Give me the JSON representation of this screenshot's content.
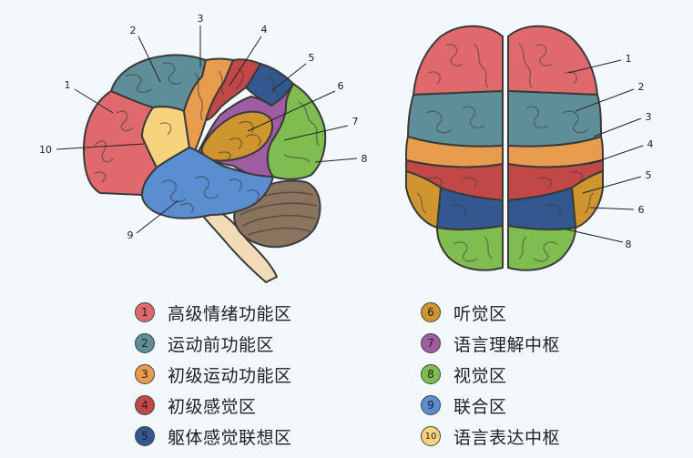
{
  "legend": [
    {
      "num": "1",
      "label": "高级情绪功能区",
      "color": "#e0696d"
    },
    {
      "num": "2",
      "label": "运动前功能区",
      "color": "#5e8e97"
    },
    {
      "num": "3",
      "label": "初级运动功能区",
      "color": "#e89d4e"
    },
    {
      "num": "4",
      "label": "初级感觉区",
      "color": "#c24848"
    },
    {
      "num": "5",
      "label": "躯体感觉联想区",
      "color": "#33578f"
    },
    {
      "num": "6",
      "label": "听觉区",
      "color": "#cf962f"
    },
    {
      "num": "7",
      "label": "语言理解中枢",
      "color": "#9e5ca1"
    },
    {
      "num": "8",
      "label": "视觉区",
      "color": "#7fbd50"
    },
    {
      "num": "9",
      "label": "联合区",
      "color": "#5b8ed0"
    },
    {
      "num": "10",
      "label": "语言表达中枢",
      "color": "#f8d37e"
    }
  ],
  "side_view_callouts": [
    "1",
    "2",
    "3",
    "4",
    "5",
    "6",
    "7",
    "8",
    "9",
    "10"
  ],
  "top_view_callouts": [
    "1",
    "2",
    "3",
    "4",
    "5",
    "6",
    "8"
  ],
  "colors": {
    "outline": "#3a3a3a",
    "cerebellum": "#8a7460",
    "brainstem": "#f2dcb8",
    "background": "#f3f8fc"
  }
}
